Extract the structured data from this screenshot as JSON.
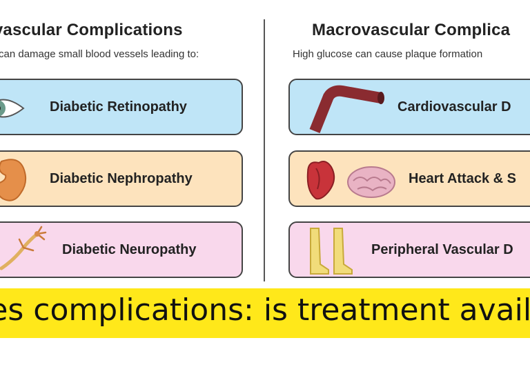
{
  "left_panel": {
    "title": "ovascular Complications",
    "subtitle": "can damage small blood vessels leading to:",
    "items": [
      {
        "label": "Diabetic Retinopathy",
        "color": "#bfe5f7",
        "icon": "eye-icon"
      },
      {
        "label": "Diabetic Nephropathy",
        "color": "#fde3bd",
        "icon": "kidney-icon"
      },
      {
        "label": "Diabetic Neuropathy",
        "color": "#f9d8ec",
        "icon": "nerve-icon"
      }
    ]
  },
  "right_panel": {
    "title": "Macrovascular Complica",
    "subtitle": "High glucose can cause plaque formation",
    "items": [
      {
        "label": "Cardiovascular D",
        "color": "#bfe5f7",
        "icon": "blood-vessel-icon"
      },
      {
        "label": "Heart Attack & S",
        "color": "#fde3bd",
        "icon": "heart-brain-icon"
      },
      {
        "label": "Peripheral Vascular D",
        "color": "#f9d8ec",
        "icon": "legs-icon"
      }
    ]
  },
  "banner": {
    "text": "etes complications: is treatment availab",
    "color": "#ffe81a"
  }
}
